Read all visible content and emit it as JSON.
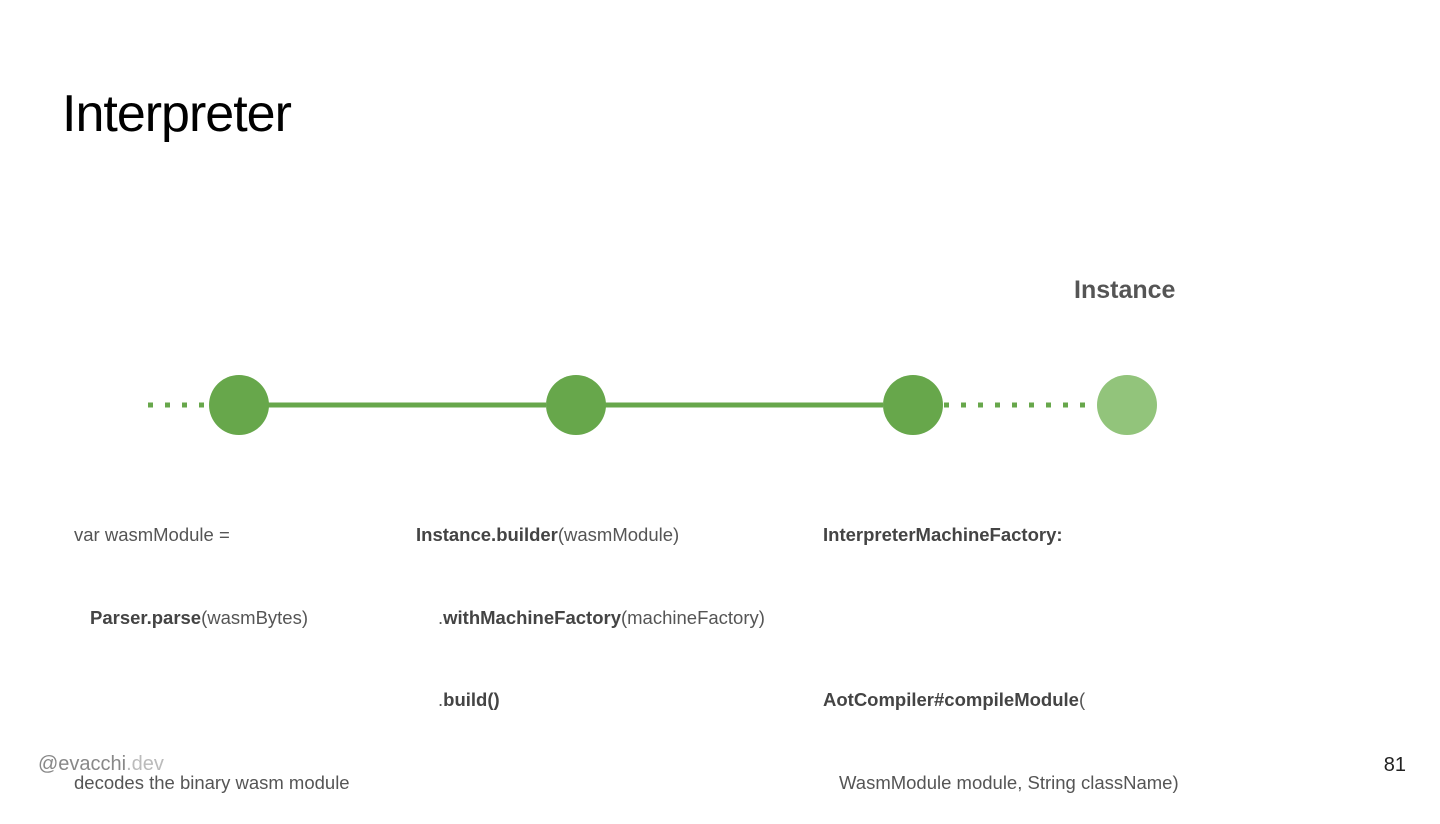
{
  "slide": {
    "title": "Interpreter",
    "node_label": "Instance",
    "colors": {
      "accent": "#67a74b",
      "accent_light": "#92c47b",
      "text": "#555555"
    },
    "steps": [
      {
        "lines": [
          [
            {
              "text": "var wasmModule =",
              "bold": false
            }
          ],
          [
            {
              "text": "Parser.parse",
              "bold": true
            },
            {
              "text": "(wasmBytes)",
              "bold": false
            }
          ],
          [],
          [
            {
              "text": "decodes the binary wasm module",
              "bold": false
            }
          ]
        ]
      },
      {
        "lines": [
          [
            {
              "text": "Instance.builder",
              "bold": true
            },
            {
              "text": "(wasmModule)",
              "bold": false
            }
          ],
          [
            {
              "text": ".",
              "bold": false
            },
            {
              "text": "withMachineFactory",
              "bold": true
            },
            {
              "text": "(machineFactory)",
              "bold": false
            }
          ],
          [
            {
              "text": ".",
              "bold": false
            },
            {
              "text": "build()",
              "bold": true
            }
          ]
        ]
      },
      {
        "lines": [
          [
            {
              "text": "InterpreterMachineFactory:",
              "bold": true
            }
          ],
          [],
          [
            {
              "text": "AotCompiler#compileModule",
              "bold": true
            },
            {
              "text": "(",
              "bold": false
            }
          ],
          [
            {
              "text": "WasmModule module, String className)",
              "bold": false
            }
          ]
        ]
      }
    ],
    "footer": {
      "handle_main": "@evacchi",
      "handle_suffix": ".dev",
      "page_number": "81"
    }
  }
}
